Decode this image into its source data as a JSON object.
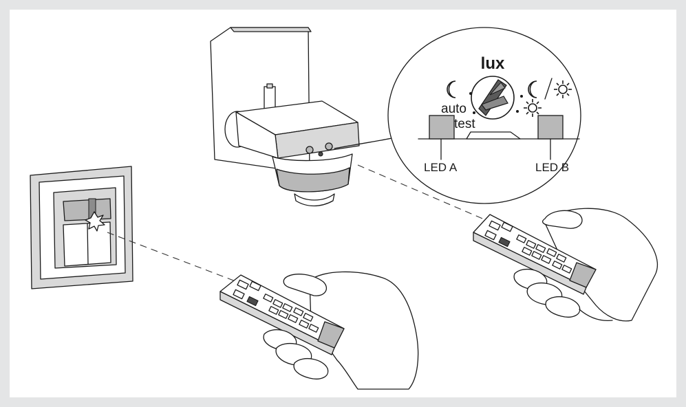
{
  "callout": {
    "title": "lux",
    "auto_label": "auto",
    "test_label": "test",
    "led_a_label": "LED A",
    "led_b_label": "LED B"
  },
  "icons": {
    "night": "moon-icon",
    "dusk": "moon-sun-icon",
    "day": "sun-icon",
    "selector": "lux-dial-icon"
  },
  "colors": {
    "background": "#e4e5e6",
    "panel": "#ffffff",
    "line": "#1a1a1a",
    "fill_light": "#d9d9d9",
    "fill_mid": "#b8b8b8",
    "fill_dark": "#4a4a4a"
  }
}
